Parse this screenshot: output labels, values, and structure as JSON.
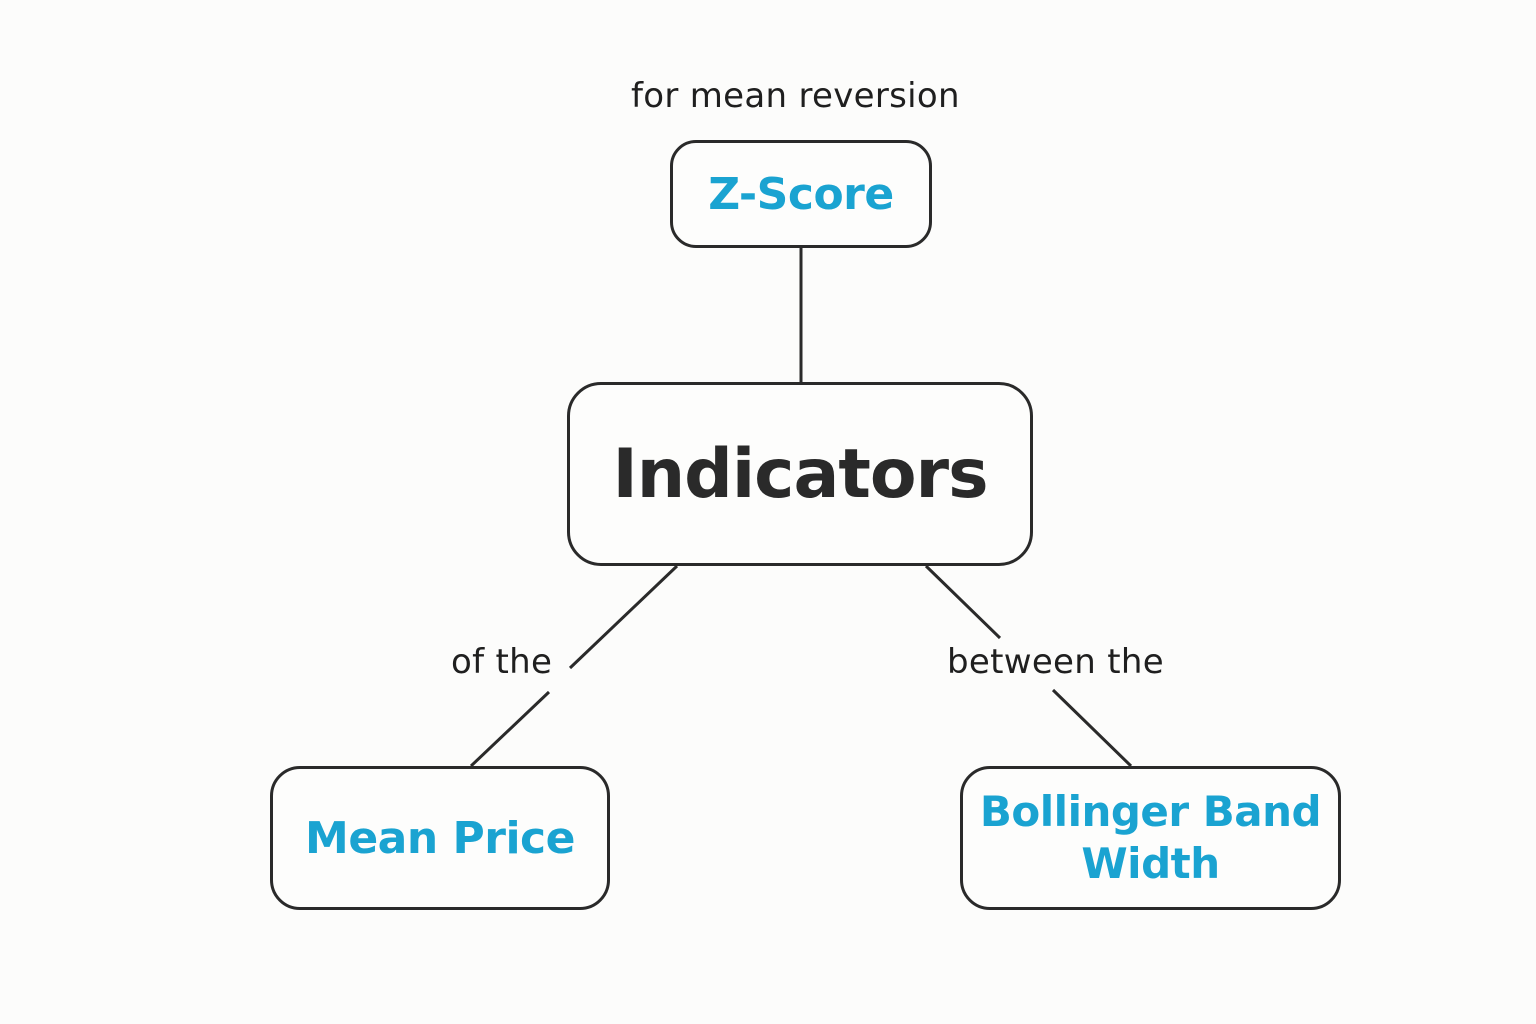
{
  "colors": {
    "accent": "#1aa3d1",
    "dark_text": "#2a2a2a",
    "line": "#2a2a2a",
    "background": "#fcfcfb"
  },
  "nodes": {
    "zscore": "Z-Score",
    "indicators": "Indicators",
    "mean_price": "Mean Price",
    "bollinger_line1": "Bollinger Band",
    "bollinger_line2": "Width"
  },
  "edge_labels": {
    "top": "for mean reversion",
    "left": "of the",
    "right": "between the"
  }
}
